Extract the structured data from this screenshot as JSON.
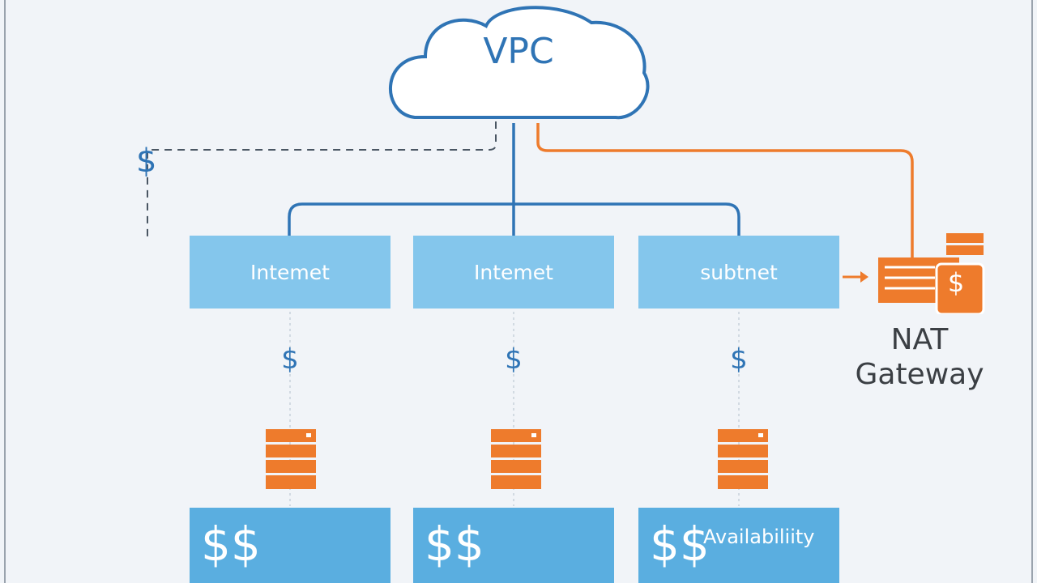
{
  "diagram": {
    "vpc_label": "VPC",
    "subnets": [
      {
        "label": "Intemet"
      },
      {
        "label": "Intemet"
      },
      {
        "label": "subtnet"
      }
    ],
    "route_symbol": "$",
    "side_symbol": "$",
    "availability_zones": [
      {
        "symbol": "$$",
        "label": ""
      },
      {
        "symbol": "$$",
        "label": ""
      },
      {
        "symbol": "$$",
        "label": "Availabiliity"
      }
    ],
    "nat": {
      "label": "NAT Gateway",
      "icon_symbol": "$"
    },
    "colors": {
      "vpc_blue": "#2f74b5",
      "subnet_blue": "#84c6ec",
      "az_blue": "#5aaee0",
      "accent_orange": "#ee7b2c",
      "background": "#f1f4f8"
    },
    "icons": [
      "cloud-icon",
      "server-icon",
      "nat-gateway-icon",
      "dollar-icon"
    ]
  }
}
